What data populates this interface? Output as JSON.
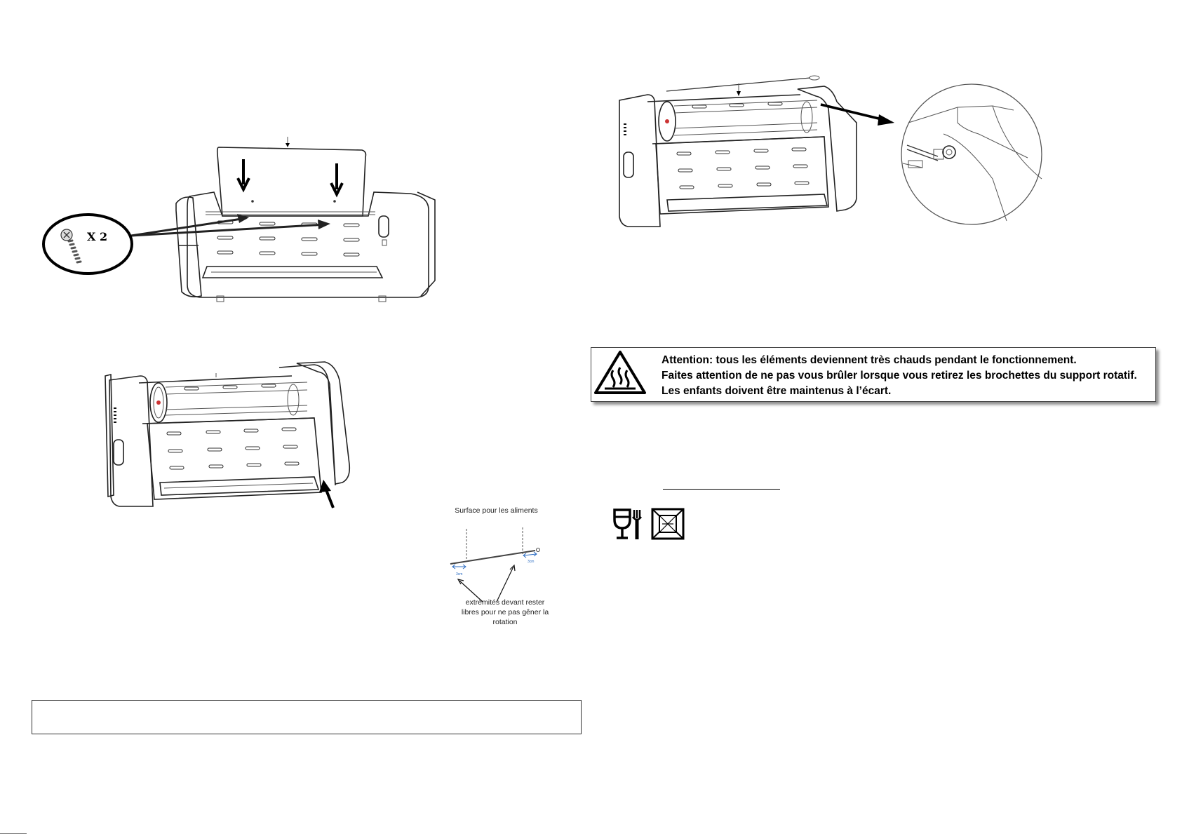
{
  "figure_screws": {
    "quantity_label": "X 2"
  },
  "figure_skewer_diagram": {
    "title": "Surface pour les aliments",
    "caption_lines": [
      "extrémités devant rester",
      "libres pour ne pas gêner la",
      "rotation"
    ]
  },
  "warning": {
    "icon": "hot-surface-warning-icon",
    "lines": [
      "Attention: tous les  éléments deviennent très chauds pendant le  fonctionnement.",
      "Faites attention de ne pas vous brûler lorsque vous retirez les brochettes du support rotatif.",
      "Les enfants doivent être maintenus à l’écart."
    ]
  },
  "symbols": [
    "food-safe-icon",
    "crossed-bin-box-icon"
  ]
}
